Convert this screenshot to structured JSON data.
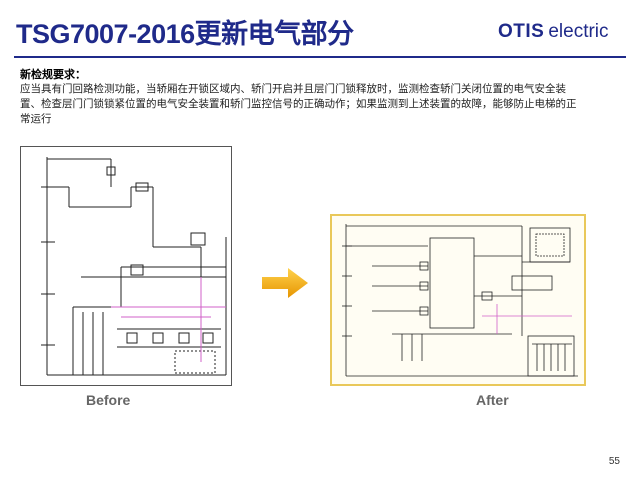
{
  "slide": {
    "title": "TSG7007-2016更新电气部分",
    "logo": {
      "brand": "OTIS",
      "suffix": "electric"
    },
    "requirement_heading": "新检规要求：",
    "requirement_text": "应当具有门回路检测功能，当轿厢在开锁区域内、轿门开启并且层门门锁释放时，监测检查轿门关闭位置的电气安全装置、检查层门门锁锁紧位置的电气安全装置和轿门监控信号的正确动作；如果监测到上述装置的故障，能够防止电梯的正常运行",
    "before_label": "Before",
    "after_label": "After",
    "page_number": "55"
  },
  "colors": {
    "title": "#1f2a8a",
    "arrow": "#f0a500",
    "after_border": "#e9c85a",
    "highlight": "#d060c8"
  }
}
